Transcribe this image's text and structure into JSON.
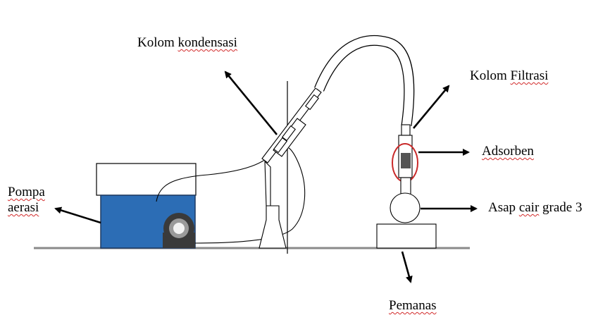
{
  "labels": {
    "kolom_kondensasi": {
      "word1": "Kolom",
      "word2": "kondensasi"
    },
    "kolom_filtrasi": {
      "word1": "Kolom",
      "word2": "Filtrasi"
    },
    "adsorben": "Adsorben",
    "asap_cair": {
      "word1": "Asap",
      "word2": "cair",
      "word3": "grade 3"
    },
    "pompa_aerasi": {
      "line1": "Pompa",
      "line2": "aerasi"
    },
    "pemanas": "Pemanas"
  },
  "colors": {
    "pump_body": "#2c6db5",
    "pump_outline": "#1f3b63",
    "line": "#000000",
    "table": "#8a8a8a",
    "highlight_circle": "#c92a2a",
    "adsorbent": "#555555",
    "spellcheck_underline": "#d22a2a"
  }
}
